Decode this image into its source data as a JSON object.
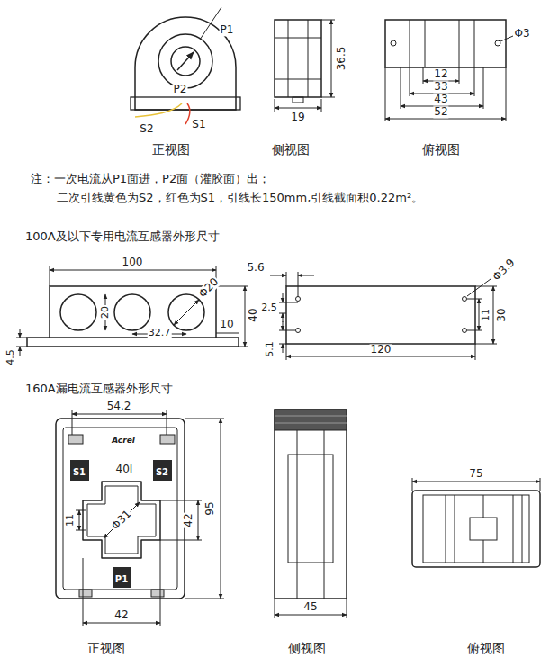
{
  "diagram": {
    "nodes": [
      {
        "text": [
          "S1"
        ]
      },
      {
        "text": [
          "S2"
        ]
      },
      {
        "text": [
          "P1"
        ]
      }
    ],
    "labels": [
      "P1",
      "P2",
      "S2",
      "S1",
      "36.5",
      "19",
      "Φ3",
      "12",
      "33",
      "43",
      "52",
      "正视图",
      "侧视图",
      "俯视图",
      "注：一次电流从P1面进，P2面（灌胶面）出；",
      "二次引线黄色为S2，红色为S1，引线长150mm,引线截面积0.22m²。",
      "100A及以下专用电流互感器外形尺寸",
      "100",
      "Φ20",
      "20",
      "32.7",
      "10",
      "40",
      "4.5",
      "5.6",
      "Φ3.9",
      "2.5",
      "11",
      "30",
      "5.1",
      "120",
      "160A漏电流互感器外形尺寸",
      "54.2",
      "Acrel",
      "40I",
      "Φ31",
      "11",
      "42",
      "95",
      "42",
      "45",
      "75",
      "正视图",
      "侧视图",
      "俯视图"
    ]
  }
}
